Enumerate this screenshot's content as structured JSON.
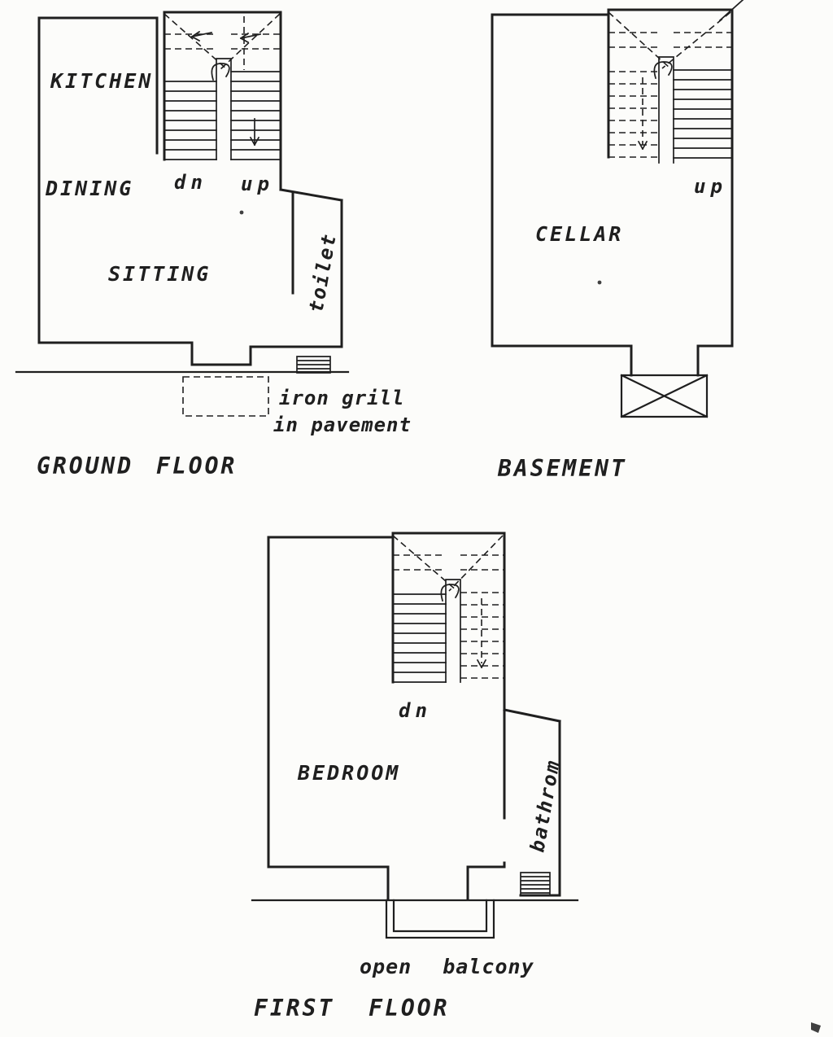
{
  "document": {
    "type": "scanned architectural floor plan drawing",
    "sheet_marks": [
      "ink speck in sitting room",
      "ink speck in cellar",
      "ink blot bottom-right corner",
      "scratch line top-right of basement"
    ]
  },
  "colors": {
    "ink": "#1f1f1f",
    "paper": "#fcfcfa"
  },
  "plans": {
    "ground_floor": {
      "title": "GROUND FLOOR",
      "rooms": {
        "kitchen": "KITCHEN",
        "dining": "DINING",
        "sitting": "SITTING",
        "toilet": "toilet"
      },
      "stairs": {
        "down_label": "dn",
        "up_label": "up"
      },
      "annotations": {
        "iron_grill_line1": "iron grill",
        "iron_grill_line2": "in pavement"
      }
    },
    "basement": {
      "title": "BASEMENT",
      "rooms": {
        "cellar": "CELLAR"
      },
      "stairs": {
        "up_label": "up"
      }
    },
    "first_floor": {
      "title": "FIRST  FLOOR",
      "rooms": {
        "bedroom": "BEDROOM",
        "bathroom": "bathrom"
      },
      "stairs": {
        "down_label": "dn"
      },
      "annotations": {
        "balcony": "open  balcony"
      }
    }
  }
}
